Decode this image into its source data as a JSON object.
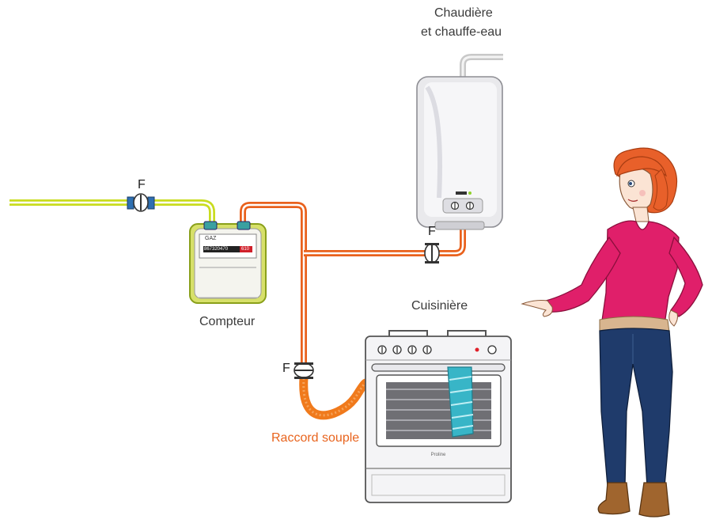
{
  "labels": {
    "boiler_line1": "Chaudière",
    "boiler_line2": "et chauffe-eau",
    "meter": "Compteur",
    "stove": "Cuisinière",
    "flex_hose": "Raccord souple",
    "valve_main": "F",
    "valve_boiler": "F",
    "valve_stove": "F"
  },
  "meter_display": {
    "brand": "GAZ",
    "reading": "867320470",
    "red_digits": "610"
  },
  "stove_brand": "Proline",
  "colors": {
    "supply_pipe": "#c9dc1f",
    "gas_pipe": "#e9611c",
    "valve_blue": "#2e6fb1",
    "shirt": "#e01f6a",
    "hair": "#e8602a",
    "jeans": "#1f3b6b",
    "boots": "#a0652e",
    "towel": "#38b5c7"
  }
}
